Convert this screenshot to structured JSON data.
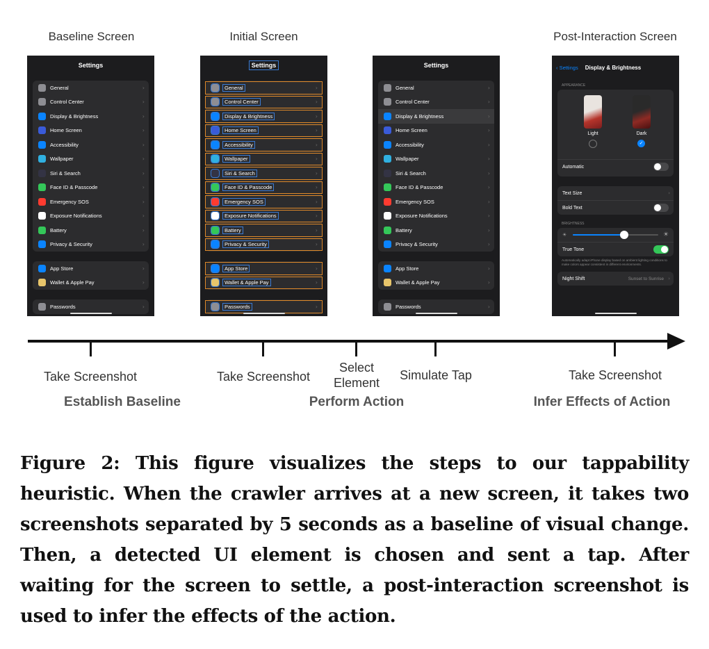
{
  "screens": {
    "baseline_label": "Baseline Screen",
    "initial_label": "Initial Screen",
    "post_label": "Post-Interaction Screen"
  },
  "settings_screen": {
    "title": "Settings",
    "group1": [
      {
        "label": "General",
        "icon": "gear-icon",
        "color": "#8e8e93"
      },
      {
        "label": "Control Center",
        "icon": "toggles-icon",
        "color": "#8e8e93"
      },
      {
        "label": "Display & Brightness",
        "icon": "aa-icon",
        "color": "#0a84ff"
      },
      {
        "label": "Home Screen",
        "icon": "grid-icon",
        "color": "#3a5bd9"
      },
      {
        "label": "Accessibility",
        "icon": "accessibility-icon",
        "color": "#0a84ff"
      },
      {
        "label": "Wallpaper",
        "icon": "flower-icon",
        "color": "#30b0e0"
      },
      {
        "label": "Siri & Search",
        "icon": "siri-icon",
        "color": "#333344"
      },
      {
        "label": "Face ID & Passcode",
        "icon": "face-id-icon",
        "color": "#34c759"
      },
      {
        "label": "Emergency SOS",
        "icon": "sos-icon",
        "color": "#ff3b30"
      },
      {
        "label": "Exposure Notifications",
        "icon": "exposure-icon",
        "color": "#ffffff"
      },
      {
        "label": "Battery",
        "icon": "battery-icon",
        "color": "#34c759"
      },
      {
        "label": "Privacy & Security",
        "icon": "hand-icon",
        "color": "#0a84ff"
      }
    ],
    "group2": [
      {
        "label": "App Store",
        "icon": "app-store-icon",
        "color": "#0a84ff"
      },
      {
        "label": "Wallet & Apple Pay",
        "icon": "wallet-icon",
        "color": "#e8c56b"
      }
    ],
    "group3": [
      {
        "label": "Passwords",
        "icon": "key-icon",
        "color": "#8e8e93"
      }
    ]
  },
  "display_screen": {
    "back_label": "Settings",
    "title": "Display & Brightness",
    "appearance_header": "APPEARANCE",
    "light_label": "Light",
    "dark_label": "Dark",
    "automatic_label": "Automatic",
    "text_size_label": "Text Size",
    "bold_text_label": "Bold Text",
    "brightness_header": "BRIGHTNESS",
    "brightness_level": 0.6,
    "true_tone_label": "True Tone",
    "true_tone_note": "Automatically adapt iPhone display based on ambient lighting conditions to make colors appear consistent in different environments.",
    "night_shift_label": "Night Shift",
    "night_shift_value": "Sunset to Sunrise"
  },
  "timeline": {
    "step1": "Take Screenshot",
    "step2": "Take Screenshot",
    "step3": "Select Element",
    "step4": "Simulate Tap",
    "step5": "Take Screenshot",
    "phase1": "Establish Baseline",
    "phase2": "Perform Action",
    "phase3": "Infer Effects of Action"
  },
  "caption": "Figure 2: This figure visualizes the steps to our tappability heuristic. When the crawler arrives at a new screen, it takes two screenshots separated by 5 seconds as a baseline of visual change. Then, a detected UI element is chosen and sent a tap. After waiting for the screen to settle, a post-interaction screenshot is used to infer the effects of the action."
}
